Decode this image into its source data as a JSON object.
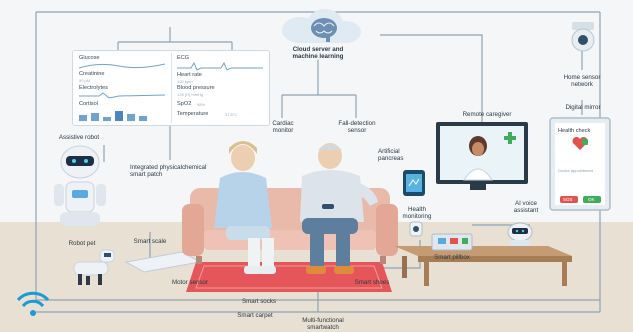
{
  "cloud": {
    "title": "Cloud server and machine learning"
  },
  "patch_panel": {
    "left": [
      {
        "label": "Glucose"
      },
      {
        "label": "Creatinine",
        "value": "90 μM"
      },
      {
        "label": "Electrolytes"
      },
      {
        "label": "Cortisol"
      }
    ],
    "right": [
      {
        "label": "ECG"
      },
      {
        "label": "Heart rate",
        "value": "100 bpm"
      },
      {
        "label": "Blood pressure",
        "value": "125 (R) mmHg"
      },
      {
        "label": "SpO2",
        "value": "98%"
      },
      {
        "label": "Temperature",
        "value": "37.5°C"
      }
    ]
  },
  "labels": {
    "assistive_robot": "Assistive robot",
    "patch": "Integrated physicalchemical smart patch",
    "cardiac_monitor": "Cardiac monitor",
    "fall_sensor": "Fall-detection sensor",
    "pancreas": "Artificial pancreas",
    "remote_caregiver": "Remote caregiver",
    "home_sensor": "Home sensor network",
    "digital_mirror": "Digital mirror",
    "health_monitoring": "Health monitoring",
    "ai_voice": "AI voice assistant",
    "smart_pillbox": "Smart pillbox",
    "robot_pet": "Robot pet",
    "smart_scale": "Smart scale",
    "motor_sensor": "Motor sensor",
    "smart_socks": "Smart socks",
    "smart_carpet": "Smart carpet",
    "smart_shoes": "Smart shoes",
    "smartwatch": "Multi-functional smartwatch"
  },
  "mirror": {
    "title": "Health check",
    "reminder": "Doctor appointment",
    "sos": "SOS",
    "ok": "OK"
  },
  "colors": {
    "connector": "#8fa3b3",
    "sofa": "#e9b9aa",
    "carpet": "#e4565a",
    "floor": "#e7e0d3",
    "table": "#c49b72",
    "shirt_woman": "#b7d3e9",
    "shirt_man": "#dce3ea",
    "trousers_man": "#5d7e9c",
    "accent_green": "#3fae5a",
    "accent_red": "#e2524f",
    "wifi": "#1a9ad6"
  },
  "icons": [
    "wifi-icon",
    "brain-icon",
    "camera-icon",
    "heart-icon",
    "plus-icon"
  ]
}
